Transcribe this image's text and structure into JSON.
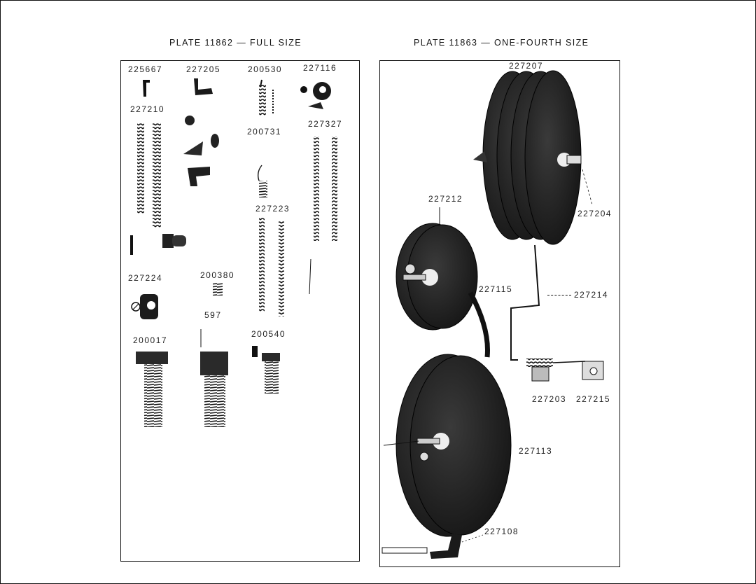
{
  "plates": [
    {
      "title": "PLATE 11862 — FULL SIZE",
      "parts": [
        "225667",
        "227205",
        "200530",
        "227116",
        "227210",
        "200731",
        "227327",
        "227223",
        "227224",
        "200380",
        "597",
        "200017",
        "200540"
      ]
    },
    {
      "title": "PLATE 11863 — ONE-FOURTH SIZE",
      "parts": [
        "227207",
        "227212",
        "227204",
        "227115",
        "227214",
        "227203",
        "227215",
        "227113",
        "227108"
      ]
    }
  ],
  "colors": {
    "ink": "#111111",
    "paper": "#ffffff",
    "shade": "#2a2a2a"
  }
}
